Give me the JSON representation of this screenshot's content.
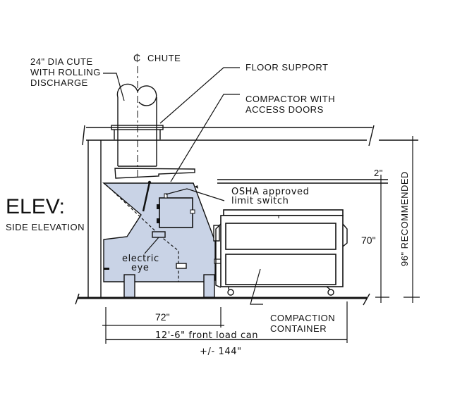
{
  "title": {
    "main": "ELEV:",
    "sub": "SIDE ELEVATION"
  },
  "colors": {
    "compactor_fill": "#c9d3e6",
    "line": "#111111",
    "background": "#ffffff"
  },
  "callouts": {
    "chute_dia": [
      "24\" DIA CUTE",
      "WITH ROLLING",
      "DISCHARGE"
    ],
    "chute_centerline": "CHUTE",
    "centerline_symbol": "₵",
    "floor_support": "FLOOR SUPPORT",
    "compactor": [
      "COMPACTOR WITH",
      "ACCESS DOORS"
    ],
    "limit_switch": [
      "OSHA approved",
      "limit switch"
    ],
    "electric_eye": [
      "electric",
      "eye"
    ],
    "container": [
      "COMPACTION",
      "CONTAINER"
    ]
  },
  "dimensions": {
    "clearance": "2\"",
    "container_height": "70\"",
    "ceiling_height": "96\" RECOMMENDED",
    "compactor_length": "72\"",
    "can_length": "12'-6\" front load can",
    "overall_length": "+/- 144\""
  }
}
